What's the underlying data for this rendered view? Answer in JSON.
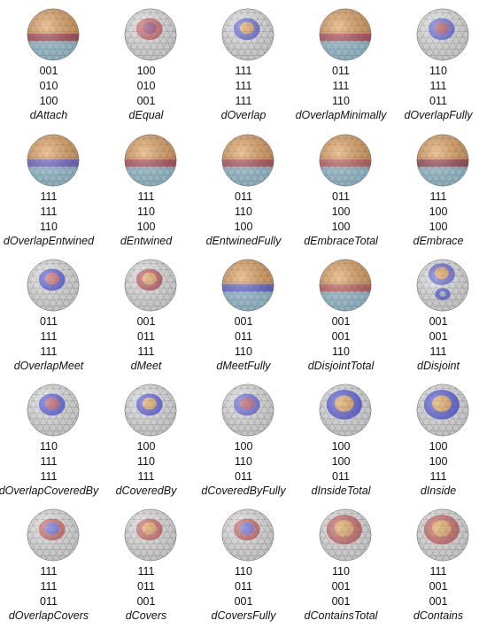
{
  "relations": [
    {
      "name": "dAttach",
      "matrix": [
        "001",
        "010",
        "100"
      ],
      "pattern": "band",
      "top": "#e9a865",
      "bottom": "#a9d3e6",
      "mid": "#b8535f"
    },
    {
      "name": "dEqual",
      "matrix": [
        "100",
        "010",
        "001"
      ],
      "pattern": "spot",
      "spot": "#9b4a7a",
      "ring": "#d06a6a"
    },
    {
      "name": "dOverlap",
      "matrix": [
        "111",
        "111",
        "111"
      ],
      "pattern": "spot",
      "spot": "#e6a85a",
      "ring": "#6b6fe0"
    },
    {
      "name": "dOverlapMinimally",
      "matrix": [
        "011",
        "111",
        "110"
      ],
      "pattern": "band",
      "top": "#e9a865",
      "bottom": "#a9d3e6",
      "mid": "#c35a66"
    },
    {
      "name": "dOverlapFully",
      "matrix": [
        "110",
        "111",
        "011"
      ],
      "pattern": "spot",
      "spot": "#b8535f",
      "ring": "#6b6fe0"
    },
    {
      "name": "dOverlapEntwined",
      "matrix": [
        "111",
        "111",
        "110"
      ],
      "pattern": "band",
      "top": "#e9a865",
      "bottom": "#a9d3e6",
      "mid": "#7a6fd8"
    },
    {
      "name": "dEntwined",
      "matrix": [
        "111",
        "110",
        "100"
      ],
      "pattern": "band",
      "top": "#e9a865",
      "bottom": "#a9d3e6",
      "mid": "#c35a66"
    },
    {
      "name": "dEntwinedFully",
      "matrix": [
        "011",
        "110",
        "100"
      ],
      "pattern": "band",
      "top": "#e9a865",
      "bottom": "#a9d3e6",
      "mid": "#c35a66"
    },
    {
      "name": "dEmbraceTotal",
      "matrix": [
        "011",
        "100",
        "100"
      ],
      "pattern": "band",
      "top": "#e9a865",
      "bottom": "#a9d3e6",
      "mid": "#d06a6a"
    },
    {
      "name": "dEmbrace",
      "matrix": [
        "111",
        "100",
        "100"
      ],
      "pattern": "band",
      "top": "#e9a865",
      "bottom": "#a9d3e6",
      "mid": "#a8525e"
    },
    {
      "name": "dOverlapMeet",
      "matrix": [
        "011",
        "111",
        "111"
      ],
      "pattern": "spot",
      "spot": "#d06a6a",
      "ring": "#5a5fe0"
    },
    {
      "name": "dMeet",
      "matrix": [
        "001",
        "011",
        "111"
      ],
      "pattern": "spot",
      "spot": "#e6a85a",
      "ring": "#c35a66"
    },
    {
      "name": "dMeetFully",
      "matrix": [
        "001",
        "011",
        "110"
      ],
      "pattern": "band",
      "top": "#e9a865",
      "bottom": "#a9d3e6",
      "mid": "#6b6fe0"
    },
    {
      "name": "dDisjointTotal",
      "matrix": [
        "001",
        "001",
        "110"
      ],
      "pattern": "band",
      "top": "#e9a865",
      "bottom": "#a9d3e6",
      "mid": "#d06a6a"
    },
    {
      "name": "dDisjoint",
      "matrix": [
        "001",
        "001",
        "111"
      ],
      "pattern": "spot2",
      "spot": "#e6a85a",
      "ring": "#6b6fe0"
    },
    {
      "name": "dOverlapCoveredBy",
      "matrix": [
        "110",
        "111",
        "111"
      ],
      "pattern": "spot",
      "spot": "#c35a66",
      "ring": "#5a5fe0"
    },
    {
      "name": "dCoveredBy",
      "matrix": [
        "100",
        "110",
        "111"
      ],
      "pattern": "spot",
      "spot": "#e6a85a",
      "ring": "#5a5fe0"
    },
    {
      "name": "dCoveredByFully",
      "matrix": [
        "100",
        "110",
        "011"
      ],
      "pattern": "spot",
      "spot": "#c35a66",
      "ring": "#6b6fe0"
    },
    {
      "name": "dInsideTotal",
      "matrix": [
        "100",
        "100",
        "011"
      ],
      "pattern": "spot",
      "spot": "#e6a85a",
      "ring": "#5a5fe0",
      "big": true
    },
    {
      "name": "dInside",
      "matrix": [
        "100",
        "100",
        "111"
      ],
      "pattern": "spot",
      "spot": "#e6a85a",
      "ring": "#5a5fe0",
      "big": true
    },
    {
      "name": "dOverlapCovers",
      "matrix": [
        "111",
        "111",
        "011"
      ],
      "pattern": "spot",
      "spot": "#6b6fe0",
      "ring": "#d06a6a"
    },
    {
      "name": "dCovers",
      "matrix": [
        "111",
        "011",
        "001"
      ],
      "pattern": "spot",
      "spot": "#e6a85a",
      "ring": "#d06a6a"
    },
    {
      "name": "dCoversFully",
      "matrix": [
        "110",
        "011",
        "001"
      ],
      "pattern": "spot",
      "spot": "#6b6fe0",
      "ring": "#d06a6a"
    },
    {
      "name": "dContainsTotal",
      "matrix": [
        "110",
        "001",
        "001"
      ],
      "pattern": "spot",
      "spot": "#e6a85a",
      "ring": "#d06a6a",
      "big": true
    },
    {
      "name": "dContains",
      "matrix": [
        "111",
        "001",
        "001"
      ],
      "pattern": "spot",
      "spot": "#e6a85a",
      "ring": "#d06a6a",
      "big": true
    }
  ]
}
